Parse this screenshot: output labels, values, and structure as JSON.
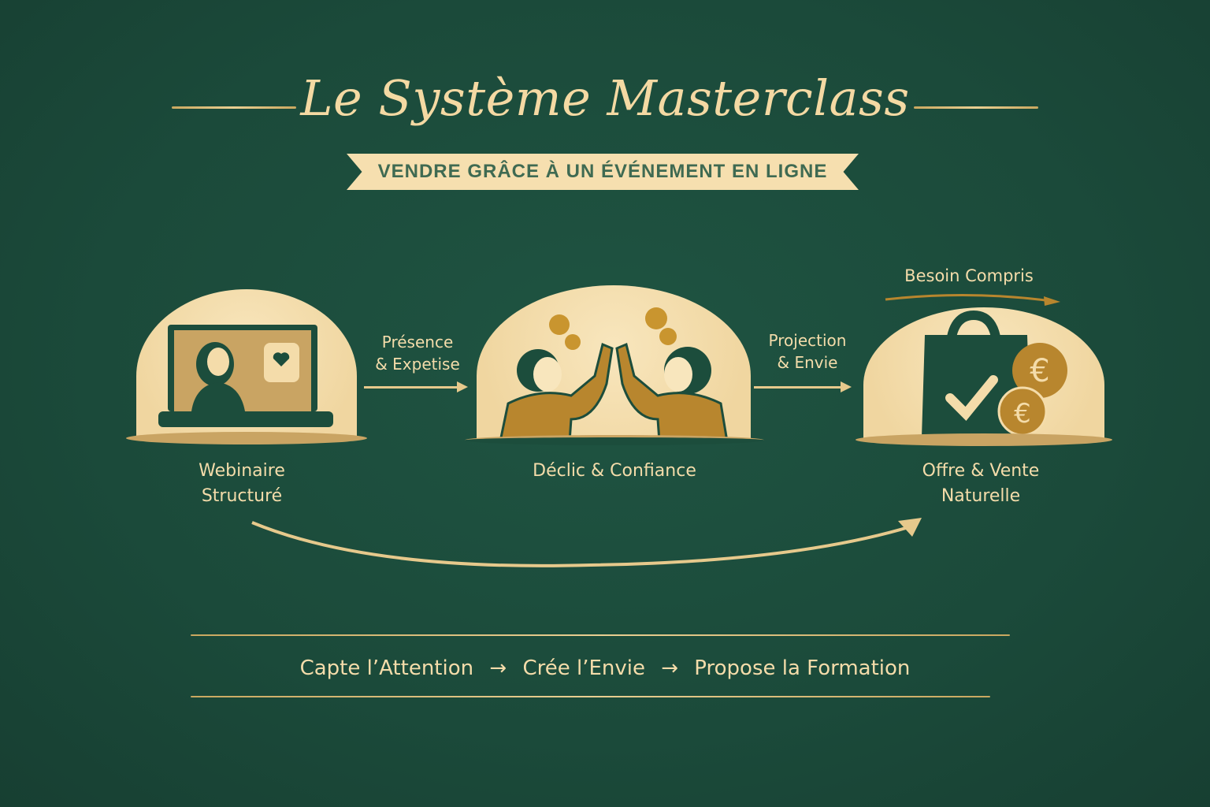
{
  "header": {
    "title": "Le Système Masterclass",
    "subtitle": "VENDRE GRÂCE À UN ÉVÉNEMENT EN LIGNE"
  },
  "steps": [
    {
      "label_line1": "Webinaire",
      "label_line2": "Structuré",
      "icon": "laptop-webinar-icon"
    },
    {
      "label_line1": "Déclic & Confiance",
      "label_line2": "",
      "icon": "people-high-five-icon"
    },
    {
      "label_line1": "Offre & Vente",
      "label_line2": "Naturelle",
      "icon": "shopping-bag-euro-icon"
    }
  ],
  "connectors": [
    {
      "line1": "Présence",
      "line2": "& Expetise"
    },
    {
      "line1": "Projection",
      "line2": "& Envie"
    },
    {
      "line1": "Besoin Compris",
      "line2": ""
    }
  ],
  "footer": {
    "step1": "Capte l’Attention",
    "step2": "Crée l’Envie",
    "step3": "Propose la Formation",
    "arrow": "→"
  },
  "colors": {
    "background": "#1c4d3c",
    "cream": "#f6dfaf",
    "gold": "#c9a463",
    "ochre": "#b8862e",
    "text_green": "#3f6a52"
  }
}
